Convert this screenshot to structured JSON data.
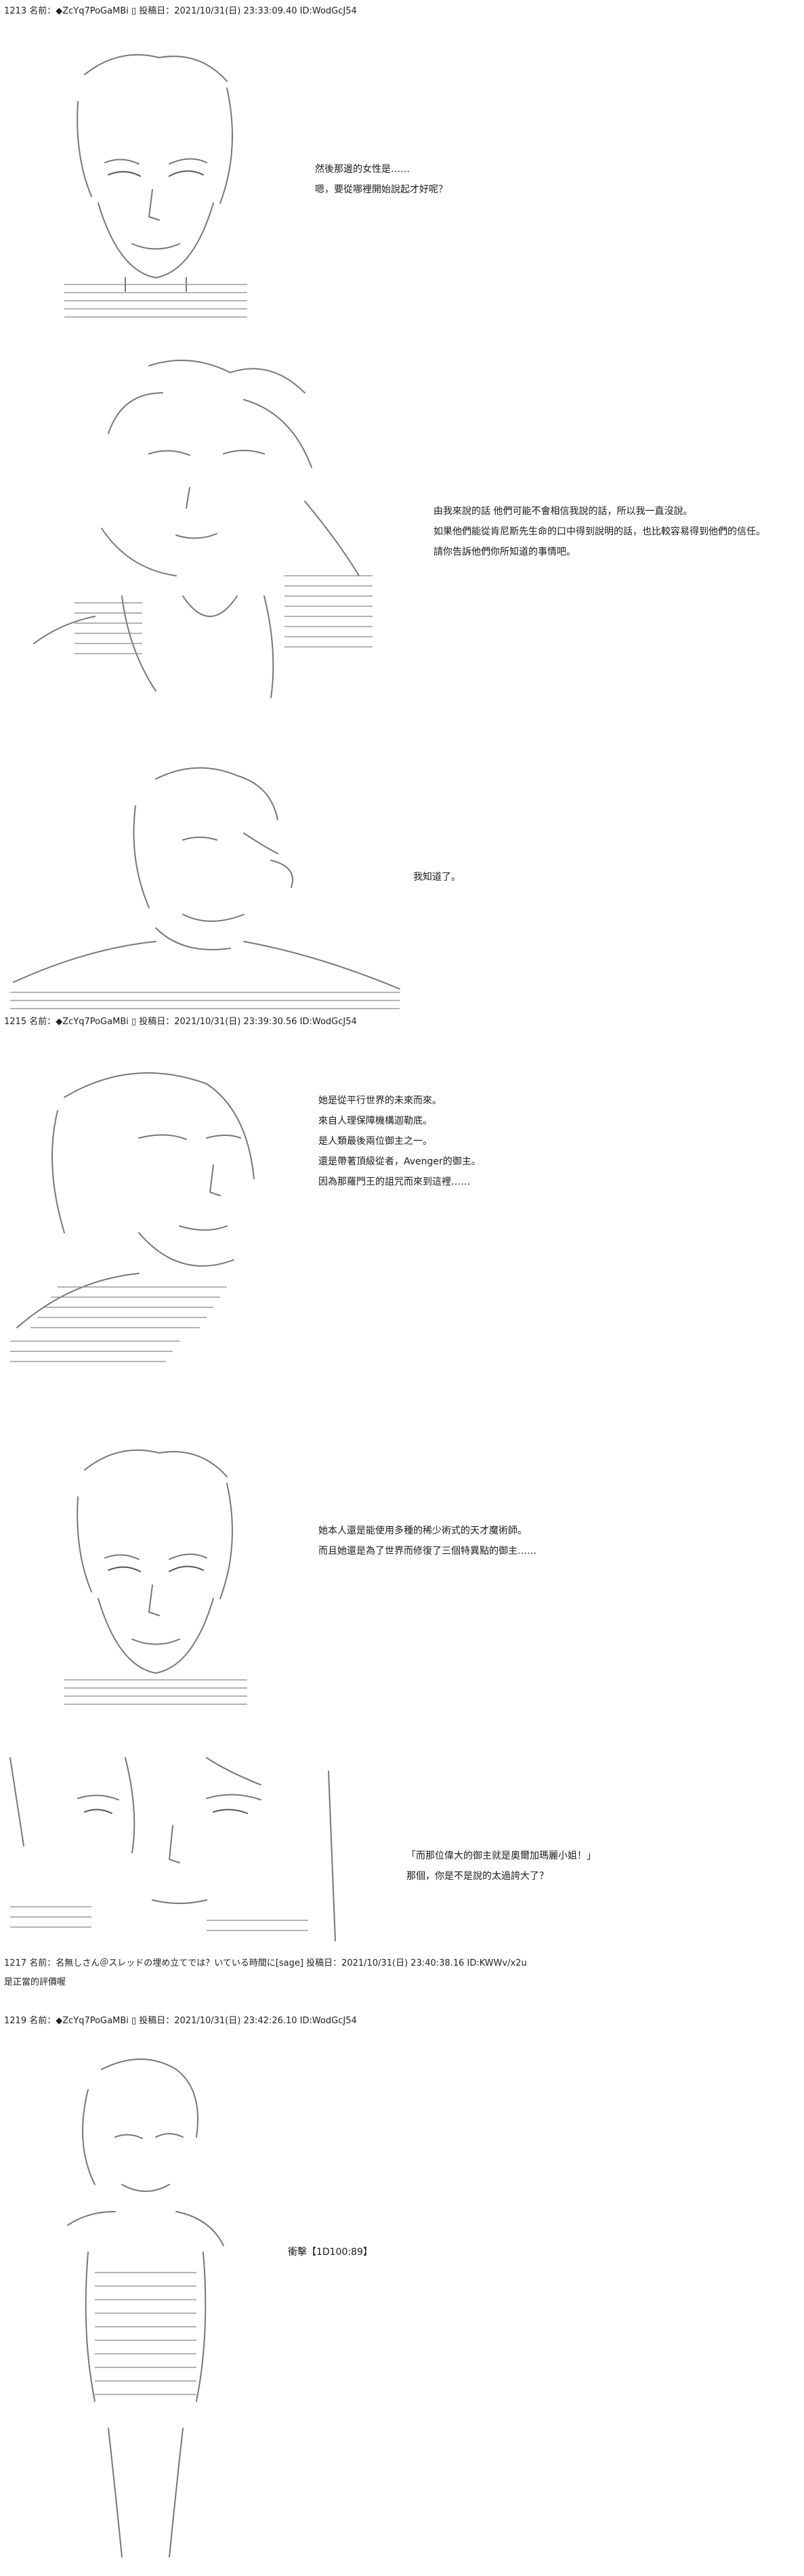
{
  "posts": [
    {
      "header": "1213 名前：◆ZcYq7PoGaMBi ▯ 投稿日：2021/10/31(日) 23:33:09.40 ID:WodGcJ54",
      "lines": [
        "然後那邊的女性是……",
        "嗯，要從哪裡開始說起才好呢？"
      ]
    },
    {
      "lines": [
        "由我來說的話 他們可能不會相信我說的話，所以我一直沒說。",
        "如果他們能從肯尼斯先生命的口中得到說明的話，也比較容易得到他們的信任。",
        "請你告訴他們你所知道的事情吧。"
      ]
    },
    {
      "lines": [
        "我知道了。"
      ]
    },
    {
      "header": "1215 名前：◆ZcYq7PoGaMBi ▯ 投稿日：2021/10/31(日) 23:39:30.56 ID:WodGcJ54",
      "lines": [
        "她是從平行世界的未來而來。",
        "來自人理保障機構迦勒底。",
        "是人類最後兩位御主之一。",
        "還是帶著頂級從者，Avenger的御主。",
        "因為那羅門王的詛咒而來到這裡……"
      ]
    },
    {
      "lines": [
        "她本人還是能使用多種的稀少術式的天才魔術師。",
        "而且她還是為了世界而修復了三個特異點的御主……"
      ]
    },
    {
      "lines": [
        "「而那位偉大的御主就是奧爾加瑪麗小姐！」",
        "那個，你是不是說的太過誇大了？"
      ]
    },
    {
      "header": "1217 名前：名無しさん＠スレッドの埋め立てでは？いている時間に[sage] 投稿日：2021/10/31(日) 23:40:38.16 ID:KWWv/x2u",
      "reply": "是正當的評價喔"
    },
    {
      "header": "1219 名前：◆ZcYq7PoGaMBi ▯ 投稿日：2021/10/31(日) 23:42:26.10 ID:WodGcJ54",
      "lines": [
        "衝擊【1D100:89】"
      ]
    }
  ],
  "icons": [
    "ascii-art-woman-face",
    "ascii-art-group",
    "ascii-art-man-profile",
    "ascii-art-man-face",
    "ascii-art-close-up",
    "ascii-art-full-figure"
  ]
}
